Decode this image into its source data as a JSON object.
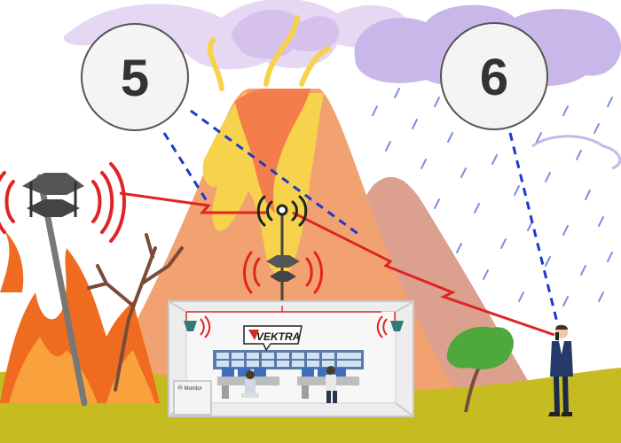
{
  "markers": [
    {
      "label": "5"
    },
    {
      "label": "6"
    }
  ],
  "brand": {
    "name": "VEKTRA"
  },
  "cabinet": {
    "label": "Ⓜ Monitor"
  },
  "colors": {
    "sky": "#ffffff",
    "ground": "#c7bb22",
    "volcano": "#f2a271",
    "lava": "#f7d24c",
    "mountain": "#dba08e",
    "smoke": "#d6c1ec",
    "rain_cloud": "#c9b7ea",
    "rain": "#7f8fe0",
    "signal": "#e02424",
    "link_dashed": "#1b39cc",
    "fire": "#ef6b20",
    "building": "#ededed"
  }
}
